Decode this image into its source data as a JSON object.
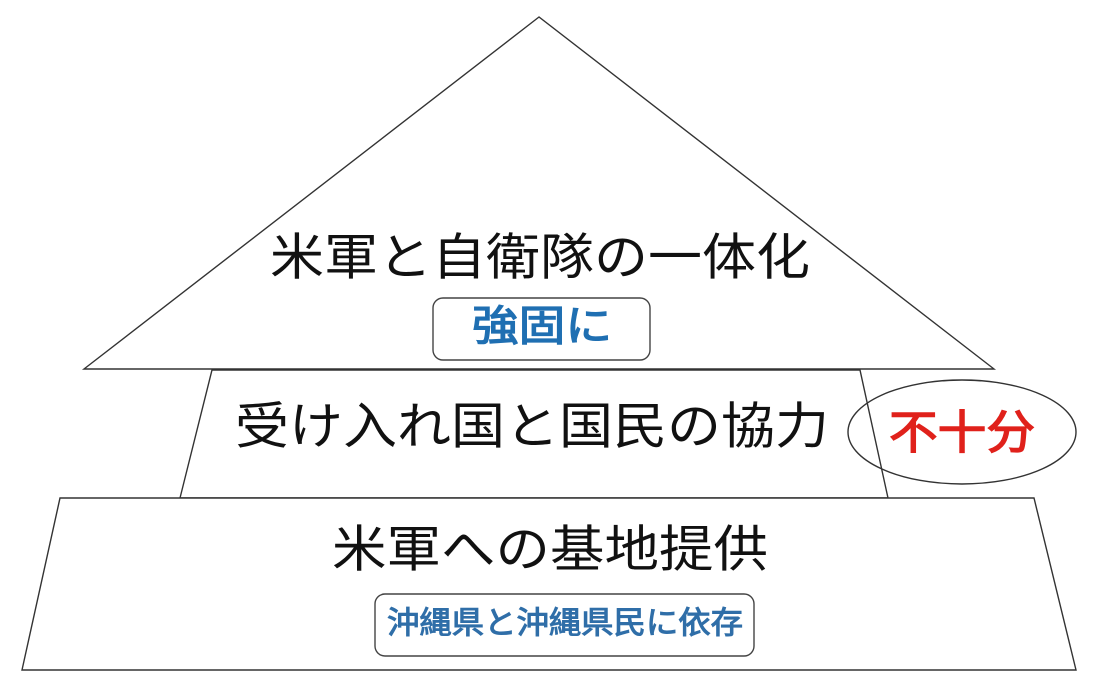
{
  "diagram": {
    "top": {
      "label": "米軍と自衛隊の一体化",
      "badge": "強固に"
    },
    "middle": {
      "label": "受け入れ国と国民の協力",
      "badge": "不十分"
    },
    "bottom": {
      "label": "米軍への基地提供",
      "badge": "沖縄県と沖縄県民に依存"
    }
  },
  "colors": {
    "outline": "#333333",
    "top_badge_text": "#1f6fb2",
    "middle_badge_text": "#e0211b",
    "bottom_badge_text": "#2f6ea8",
    "badge_border": "#444444"
  }
}
